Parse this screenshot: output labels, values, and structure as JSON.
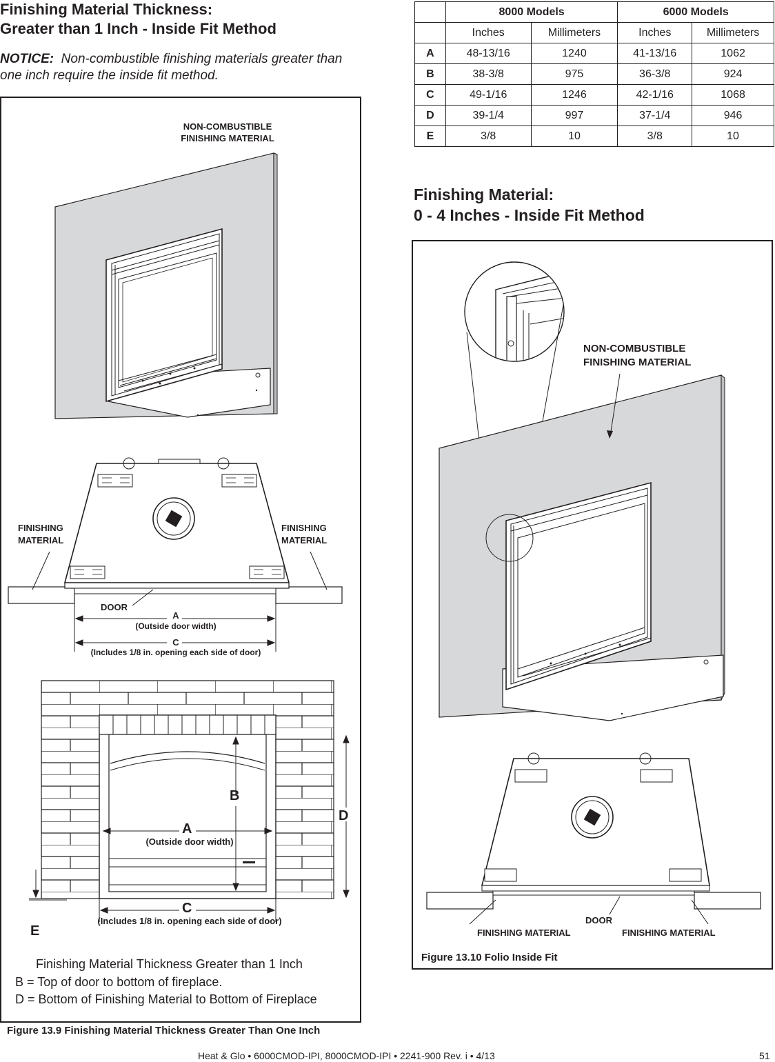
{
  "left": {
    "title_line1": "Finishing Material Thickness:",
    "title_line2": "Greater than 1 Inch - Inside Fit Method",
    "notice_label": "NOTICE:",
    "notice_text_line1": "Non-combustible finishing materials greater than",
    "notice_text_line2": "one inch require the inside fit method.",
    "labels": {
      "noncombustible_line1": "NON-COMBUSTIBLE",
      "noncombustible_line2": "FINISHING MATERIAL",
      "finishing_left_line1": "FINISHING",
      "finishing_left_line2": "MATERIAL",
      "finishing_right_line1": "FINISHING",
      "finishing_right_line2": "MATERIAL",
      "door": "DOOR",
      "dim_a": "A",
      "dim_a_note": "(Outside door width)",
      "dim_c": "C",
      "dim_c_note": "(Includes 1/8 in. opening each side of door)",
      "dim_b": "B",
      "dim_d": "D",
      "dim_e": "E"
    },
    "notes": {
      "heading": "Finishing Material Thickness Greater than 1 Inch",
      "b_def": "B = Top of door to bottom of fireplace.",
      "d_def": "D = Bottom of Finishing Material to Bottom of Fireplace"
    },
    "caption": "Figure 13.9  Finishing Material Thickness Greater Than One Inch"
  },
  "table": {
    "group_headers": [
      "8000 Models",
      "6000 Models"
    ],
    "sub_headers": [
      "Inches",
      "Millimeters",
      "Inches",
      "Millimeters"
    ],
    "rows": [
      {
        "label": "A",
        "cells": [
          "48-13/16",
          "1240",
          "41-13/16",
          "1062"
        ]
      },
      {
        "label": "B",
        "cells": [
          "38-3/8",
          "975",
          "36-3/8",
          "924"
        ]
      },
      {
        "label": "C",
        "cells": [
          "49-1/16",
          "1246",
          "42-1/16",
          "1068"
        ]
      },
      {
        "label": "D",
        "cells": [
          "39-1/4",
          "997",
          "37-1/4",
          "946"
        ]
      },
      {
        "label": "E",
        "cells": [
          "3/8",
          "10",
          "3/8",
          "10"
        ]
      }
    ]
  },
  "right": {
    "title_line1": "Finishing Material:",
    "title_line2": "0 - 4 Inches - Inside Fit Method",
    "labels": {
      "noncombustible_line1": "NON-COMBUSTIBLE",
      "noncombustible_line2": "FINISHING MATERIAL",
      "door": "DOOR",
      "finishing_left": "FINISHING MATERIAL",
      "finishing_right": "FINISHING MATERIAL"
    },
    "caption": "Figure 13.10  Folio Inside Fit"
  },
  "footer": {
    "text": "Heat & Glo  •   6000CMOD-IPI, 8000CMOD-IPI  •  2241-900 Rev. i  •  4/13",
    "page_number": "51"
  },
  "colors": {
    "ink": "#231f20",
    "wall_gray": "#d7d8da",
    "brick_line": "#231f20"
  }
}
